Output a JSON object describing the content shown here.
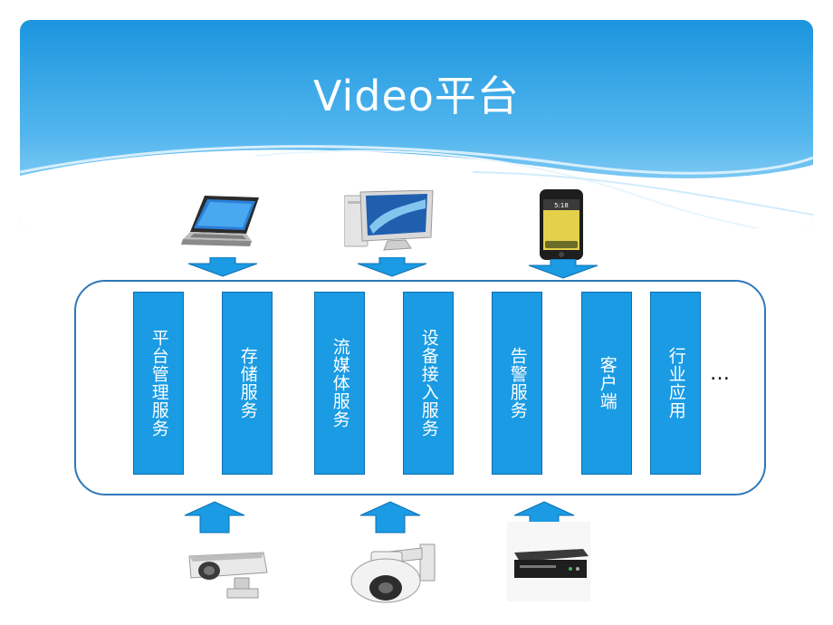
{
  "title": "Video平台",
  "colors": {
    "header_top": "#1a9be4",
    "header_bottom": "#8fd0f5",
    "service_box": "#1a9be4",
    "platform_border": "#2e78b8",
    "arrow": "#1a9be4"
  },
  "services": [
    {
      "label": "平台管理服务"
    },
    {
      "label": "存储服务"
    },
    {
      "label": "流媒体服务"
    },
    {
      "label": "设备接入服务"
    },
    {
      "label": "告警服务"
    },
    {
      "label": "客户端"
    },
    {
      "label": "行业应用"
    }
  ],
  "more_label": "…",
  "top_devices": [
    {
      "icon": "laptop-icon"
    },
    {
      "icon": "desktop-monitor-icon"
    },
    {
      "icon": "smartphone-icon"
    }
  ],
  "bottom_devices": [
    {
      "icon": "bullet-camera-icon"
    },
    {
      "icon": "dome-camera-icon"
    },
    {
      "icon": "nvr-recorder-icon"
    }
  ]
}
